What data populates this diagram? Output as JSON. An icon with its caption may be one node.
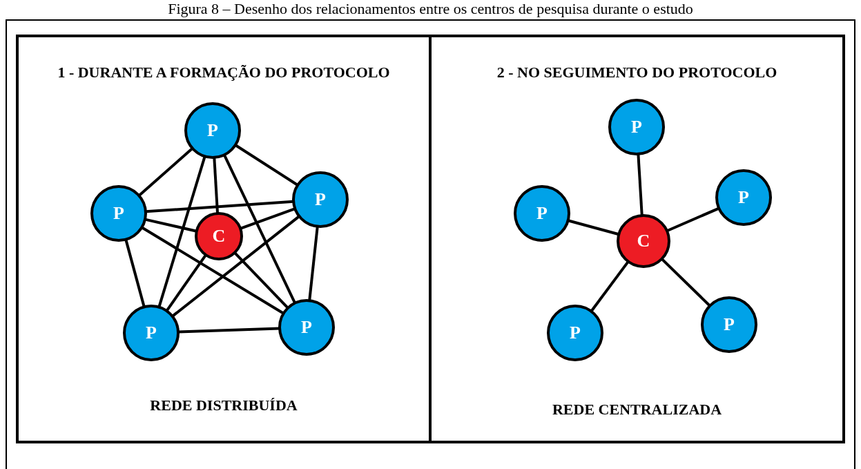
{
  "diagram": {
    "title": "Figura 8 – Desenho dos relacionamentos entre os centros de pesquisa durante o estudo",
    "nodes": [
      {
        "text": [
          "1 - DURANTE A FORMAÇÃO DO PROTOCOLO",
          "REDE DISTRIBUÍDA"
        ]
      },
      {
        "text": [
          "P"
        ],
        "in": 0
      },
      {
        "text": [
          "P"
        ],
        "in": 0
      },
      {
        "text": [
          "P"
        ],
        "in": 0
      },
      {
        "text": [
          "C"
        ],
        "in": 0
      },
      {
        "text": [
          "P"
        ],
        "in": 0
      },
      {
        "text": [
          "P"
        ],
        "in": 0
      },
      {
        "text": [
          "2 - NO SEGUIMENTO DO PROTOCOLO",
          "REDE CENTRALIZADA"
        ]
      },
      {
        "text": [
          "P"
        ],
        "in": 7
      },
      {
        "text": [
          "P"
        ],
        "in": 7
      },
      {
        "text": [
          "P"
        ],
        "in": 7
      },
      {
        "text": [
          "C"
        ],
        "in": 7
      },
      {
        "text": [
          "P"
        ],
        "in": 7
      },
      {
        "text": [
          "P"
        ],
        "in": 7
      }
    ],
    "edges": [
      {
        "from": 1,
        "to": 2,
        "arrow": "none"
      },
      {
        "from": 1,
        "to": 3,
        "arrow": "none"
      },
      {
        "from": 1,
        "to": 4,
        "arrow": "none"
      },
      {
        "from": 1,
        "to": 5,
        "arrow": "none"
      },
      {
        "from": 1,
        "to": 6,
        "arrow": "none"
      },
      {
        "from": 2,
        "to": 3,
        "arrow": "none"
      },
      {
        "from": 2,
        "to": 4,
        "arrow": "none"
      },
      {
        "from": 2,
        "to": 5,
        "arrow": "none"
      },
      {
        "from": 2,
        "to": 6,
        "arrow": "none"
      },
      {
        "from": 3,
        "to": 4,
        "arrow": "none"
      },
      {
        "from": 3,
        "to": 5,
        "arrow": "none"
      },
      {
        "from": 3,
        "to": 6,
        "arrow": "none"
      },
      {
        "from": 4,
        "to": 5,
        "arrow": "none"
      },
      {
        "from": 4,
        "to": 6,
        "arrow": "none"
      },
      {
        "from": 5,
        "to": 6,
        "arrow": "none"
      },
      {
        "from": 11,
        "to": 8,
        "arrow": "none"
      },
      {
        "from": 11,
        "to": 9,
        "arrow": "none"
      },
      {
        "from": 11,
        "to": 10,
        "arrow": "none"
      },
      {
        "from": 11,
        "to": 12,
        "arrow": "none"
      },
      {
        "from": 11,
        "to": 13,
        "arrow": "none"
      }
    ]
  }
}
